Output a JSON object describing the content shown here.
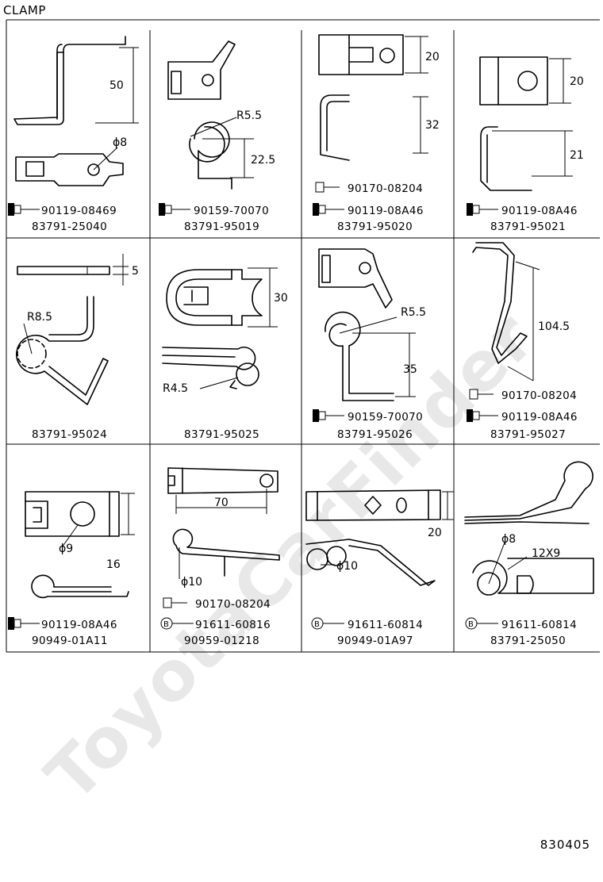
{
  "title": "CLAMP",
  "document_number": "830405",
  "watermark": "ToyotaCarFinder",
  "cells": [
    {
      "part_number": "83791-25040",
      "fasteners": [
        {
          "icon": "bolt-washer-icon",
          "number": "90119-08469"
        }
      ],
      "dims": [
        "50",
        "ϕ8"
      ]
    },
    {
      "part_number": "83791-95019",
      "fasteners": [
        {
          "icon": "bolt-washer-icon",
          "number": "90159-70070"
        }
      ],
      "dims": [
        "R5.5",
        "22.5"
      ]
    },
    {
      "part_number": "83791-95020",
      "fasteners": [
        {
          "icon": "bolt-icon",
          "number": "90170-08204"
        },
        {
          "icon": "bolt-washer-icon",
          "number": "90119-08A46"
        }
      ],
      "dims": [
        "20",
        "32"
      ]
    },
    {
      "part_number": "83791-95021",
      "fasteners": [
        {
          "icon": "bolt-washer-icon",
          "number": "90119-08A46"
        }
      ],
      "dims": [
        "20",
        "21"
      ]
    },
    {
      "part_number": "83791-95024",
      "fasteners": [],
      "dims": [
        "5",
        "R8.5"
      ]
    },
    {
      "part_number": "83791-95025",
      "fasteners": [],
      "dims": [
        "30",
        "R4.5"
      ]
    },
    {
      "part_number": "83791-95026",
      "fasteners": [
        {
          "icon": "bolt-washer-icon",
          "number": "90159-70070"
        }
      ],
      "dims": [
        "R5.5",
        "35"
      ]
    },
    {
      "part_number": "83791-95027",
      "fasteners": [
        {
          "icon": "bolt-icon",
          "number": "90170-08204"
        },
        {
          "icon": "bolt-washer-icon",
          "number": "90119-08A46"
        }
      ],
      "dims": [
        "104.5"
      ]
    },
    {
      "part_number": "90949-01A11",
      "fasteners": [
        {
          "icon": "bolt-washer-icon",
          "number": "90119-08A46"
        }
      ],
      "dims": [
        "ϕ9",
        "16"
      ]
    },
    {
      "part_number": "90959-01218",
      "fasteners": [
        {
          "icon": "bolt-icon",
          "number": "90170-08204"
        },
        {
          "icon": "b-circle-icon",
          "number": "91611-60816"
        }
      ],
      "dims": [
        "70",
        "ϕ10"
      ]
    },
    {
      "part_number": "90949-01A97",
      "fasteners": [
        {
          "icon": "b-circle-icon",
          "number": "91611-60814"
        }
      ],
      "dims": [
        "20",
        "ϕ10"
      ]
    },
    {
      "part_number": "83791-25050",
      "fasteners": [
        {
          "icon": "b-circle-icon",
          "number": "91611-60814"
        }
      ],
      "dims": [
        "ϕ8",
        "12X9"
      ]
    }
  ]
}
